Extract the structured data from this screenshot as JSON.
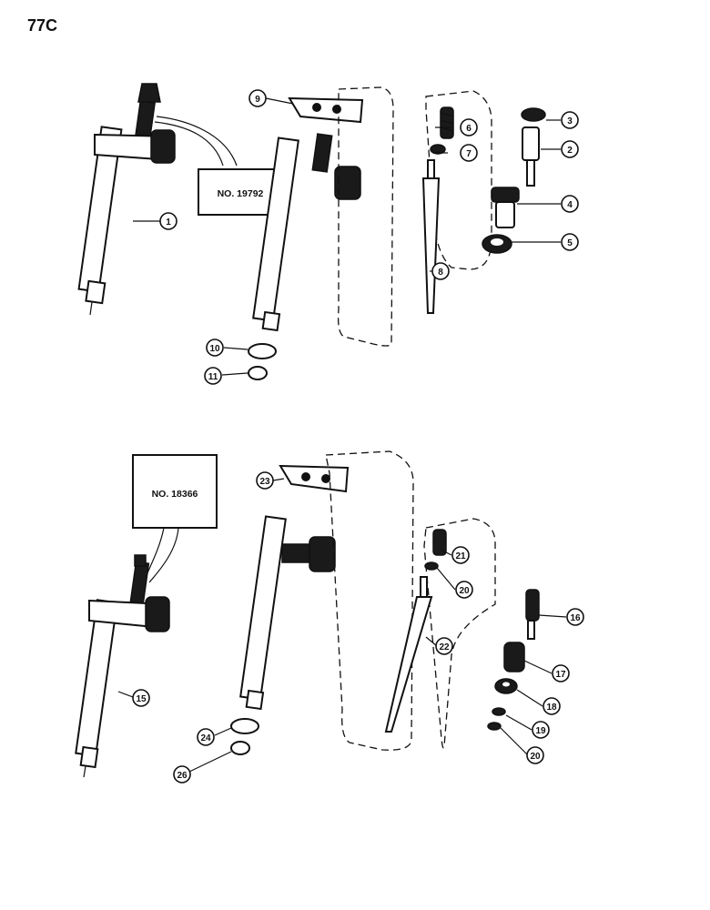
{
  "page": {
    "number": "77C"
  },
  "callouts": [
    {
      "id": "callout-19792",
      "label": "NO. 19792"
    },
    {
      "id": "callout-18366",
      "label": "NO. 18366"
    }
  ],
  "part_numbers": {
    "p1": "1",
    "p2": "2",
    "p3": "3",
    "p4": "4",
    "p5": "5",
    "p6": "6",
    "p7": "7",
    "p8": "8",
    "p9": "9",
    "p10": "10",
    "p11": "11",
    "p15": "15",
    "p16": "16",
    "p17": "17",
    "p18": "18",
    "p19": "19",
    "p20a": "20",
    "p20b": "20",
    "p21": "21",
    "p22": "22",
    "p23": "23",
    "p24": "24",
    "p26": "26"
  }
}
